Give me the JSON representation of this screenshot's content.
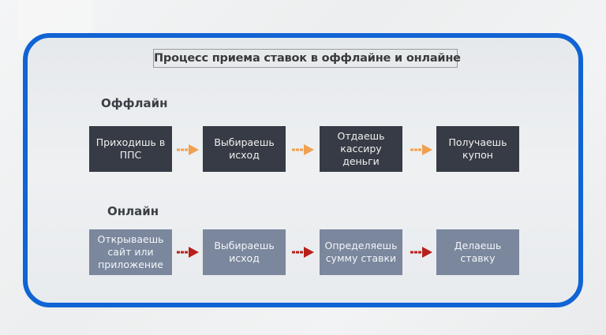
{
  "title": "Процесс приема ставок в оффлайне и онлайне",
  "colors": {
    "frame_border": "#1064d4",
    "offline_box": "#363b45",
    "online_box": "#7a879d",
    "offline_arrow": "#f0a050",
    "online_arrow": "#b8201c"
  },
  "offline": {
    "label": "Оффлайн",
    "steps": [
      {
        "line1": "Приходишь в",
        "line2": "ППС",
        "line3": ""
      },
      {
        "line1": "Выбираешь",
        "line2": "исход",
        "line3": ""
      },
      {
        "line1": "Отдаешь",
        "line2": "кассиру деньги",
        "line3": ""
      },
      {
        "line1": "Получаешь",
        "line2": "купон",
        "line3": ""
      }
    ],
    "arrow_icon": "arrow-right-icon"
  },
  "online": {
    "label": "Онлайн",
    "steps": [
      {
        "line1": "Открываешь",
        "line2": "сайт или",
        "line3": "приложение"
      },
      {
        "line1": "Выбираешь",
        "line2": "исход",
        "line3": ""
      },
      {
        "line1": "Определяешь",
        "line2": "сумму ставки",
        "line3": ""
      },
      {
        "line1": "Делаешь ставку",
        "line2": "",
        "line3": ""
      }
    ],
    "arrow_icon": "arrow-right-icon"
  }
}
